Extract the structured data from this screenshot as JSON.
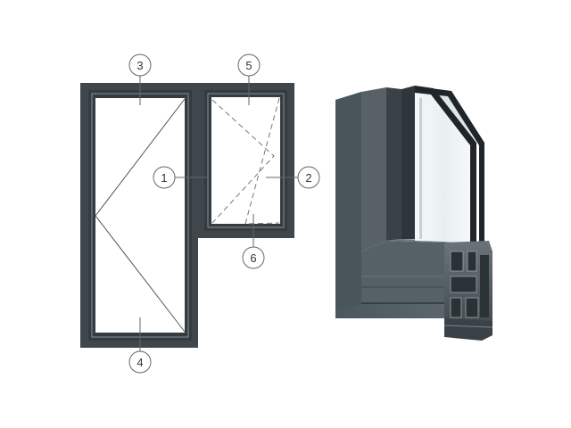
{
  "colors": {
    "frame": "#3f474d",
    "frame_inner_line": "#8a9096",
    "glass": "#ffffff",
    "opening_line": "#555555",
    "callout": "#666666",
    "profile_main": "#4f5960",
    "profile_dark": "#2f363b",
    "profile_light": "#7a848b",
    "glass_tint": "#eef3f4"
  },
  "callouts": [
    {
      "id": "1",
      "label": "1"
    },
    {
      "id": "2",
      "label": "2"
    },
    {
      "id": "3",
      "label": "3"
    },
    {
      "id": "4",
      "label": "4"
    },
    {
      "id": "5",
      "label": "5"
    },
    {
      "id": "6",
      "label": "6"
    }
  ]
}
